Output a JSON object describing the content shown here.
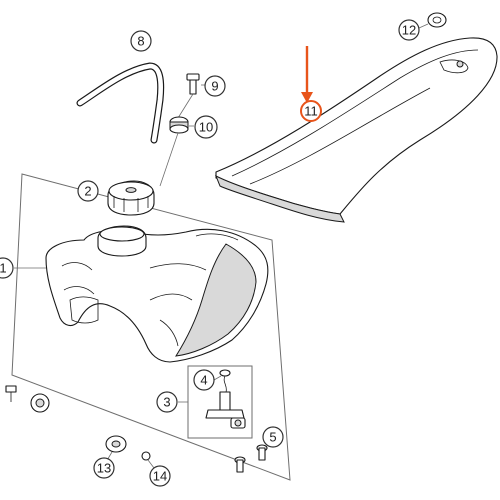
{
  "callouts": [
    {
      "id": "c1",
      "label": "1"
    },
    {
      "id": "c2",
      "label": "2"
    },
    {
      "id": "c3",
      "label": "3"
    },
    {
      "id": "c4",
      "label": "4"
    },
    {
      "id": "c5",
      "label": "5"
    },
    {
      "id": "c8",
      "label": "8"
    },
    {
      "id": "c9",
      "label": "9"
    },
    {
      "id": "c10",
      "label": "10"
    },
    {
      "id": "c11",
      "label": "11"
    },
    {
      "id": "c12",
      "label": "12"
    },
    {
      "id": "c13",
      "label": "13"
    },
    {
      "id": "c14",
      "label": "14"
    }
  ],
  "colors": {
    "highlight_arrow": "#e8541a",
    "highlight_ring": "#e8541a",
    "line": "#1a1a1a",
    "frame": "#6e6e6e"
  }
}
